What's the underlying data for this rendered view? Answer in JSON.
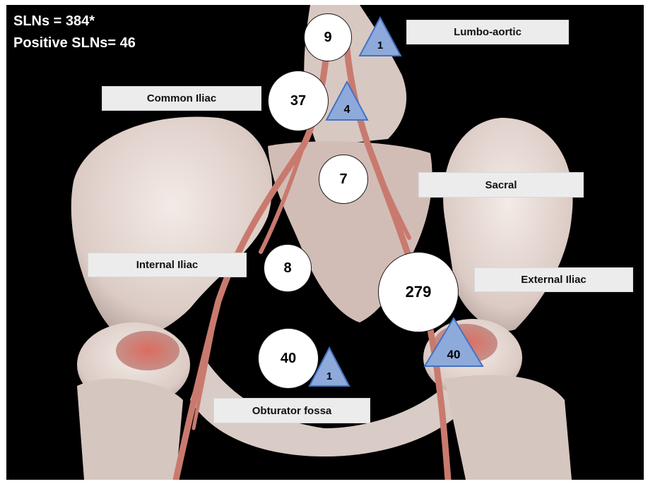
{
  "header": {
    "total": "SLNs = 384*",
    "positive": "Positive SLNs= 46"
  },
  "labels": {
    "lumbo_aortic": "Lumbo-aortic",
    "common_iliac": "Common Iliac",
    "sacral": "Sacral",
    "internal_iliac": "Internal Iliac",
    "external_iliac": "External Iliac",
    "obturator_fossa": "Obturator fossa"
  },
  "sln_counts": {
    "lumbo_aortic": "9",
    "common_iliac": "37",
    "sacral": "7",
    "internal_iliac": "8",
    "external_iliac": "279",
    "obturator_fossa": "40"
  },
  "positive_counts": {
    "lumbo_aortic": "1",
    "common_iliac": "4",
    "external_iliac": "40",
    "obturator_fossa": "1"
  },
  "colors": {
    "background": "#000000",
    "bone": "#e6d9d4",
    "vessel": "#c97a6e",
    "triangle_fill": "#8eaadb",
    "triangle_stroke": "#4472c4",
    "label_bg": "#ececec"
  }
}
